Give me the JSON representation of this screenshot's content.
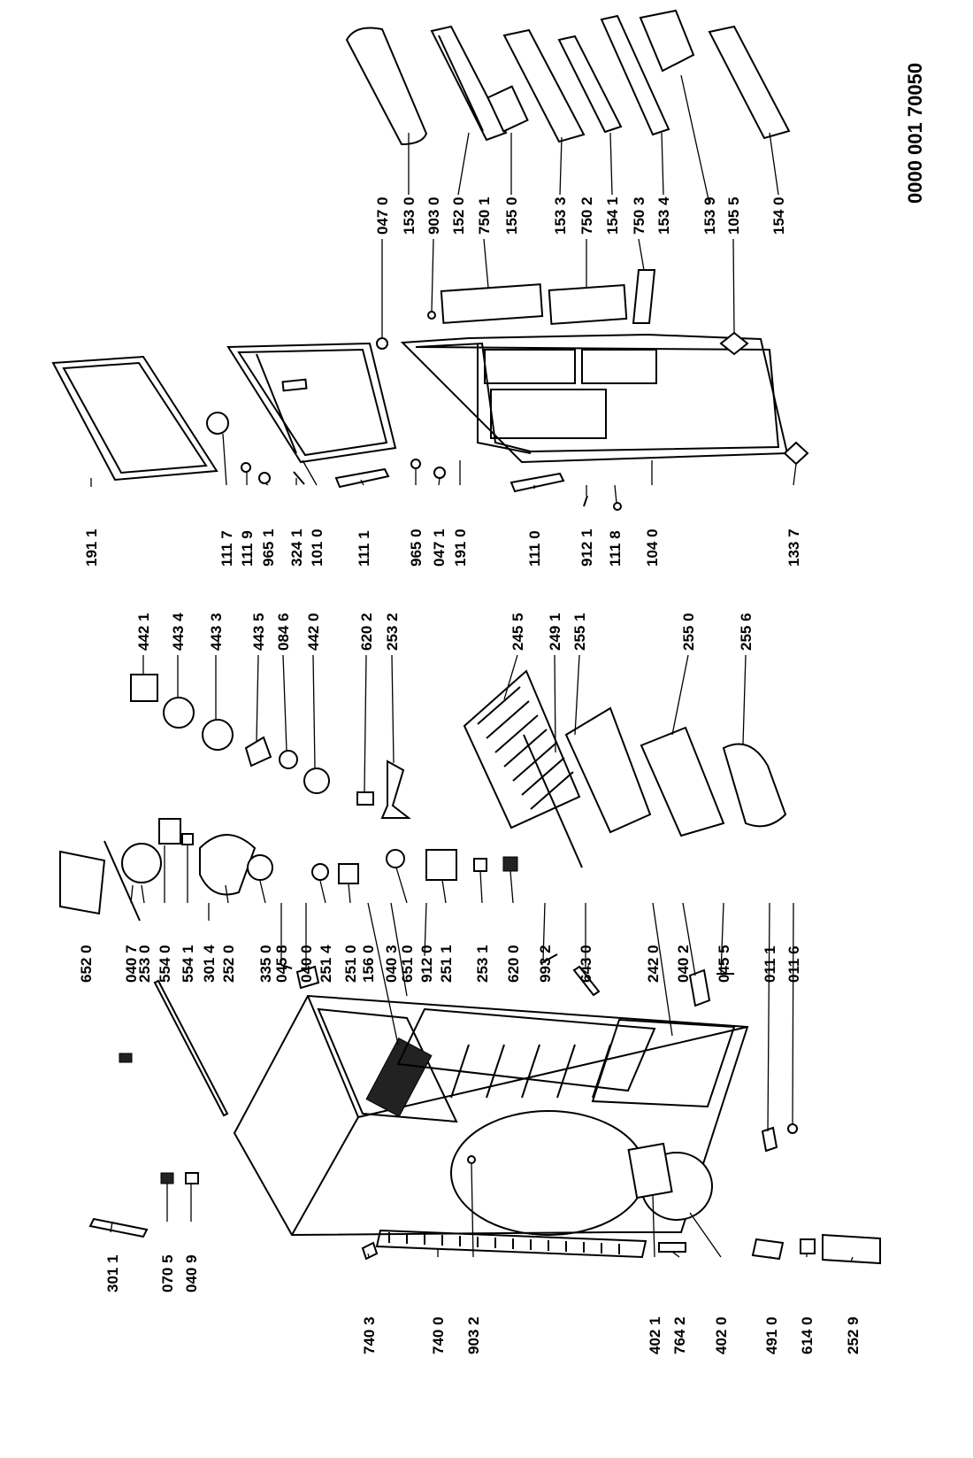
{
  "drawing_code": "0000 001 70050",
  "parts": [
    {
      "id": "p1911",
      "label": "191 1"
    },
    {
      "id": "p1117",
      "label": "111 7"
    },
    {
      "id": "p1119",
      "label": "111 9"
    },
    {
      "id": "p9651",
      "label": "965 1"
    },
    {
      "id": "p3241",
      "label": "324 1"
    },
    {
      "id": "p1010",
      "label": "101 0"
    },
    {
      "id": "p1111",
      "label": "111 1"
    },
    {
      "id": "p9650",
      "label": "965 0"
    },
    {
      "id": "p0471",
      "label": "047 1"
    },
    {
      "id": "p1910",
      "label": "191 0"
    },
    {
      "id": "p1110",
      "label": "111 0"
    },
    {
      "id": "p9121",
      "label": "912 1"
    },
    {
      "id": "p1118",
      "label": "111 8"
    },
    {
      "id": "p1040",
      "label": "104 0"
    },
    {
      "id": "p1337",
      "label": "133 7"
    },
    {
      "id": "p0470",
      "label": "047 0"
    },
    {
      "id": "p1530",
      "label": "153 0"
    },
    {
      "id": "p9030",
      "label": "903 0"
    },
    {
      "id": "p1520",
      "label": "152 0"
    },
    {
      "id": "p7501",
      "label": "750 1"
    },
    {
      "id": "p1550",
      "label": "155 0"
    },
    {
      "id": "p1533",
      "label": "153 3"
    },
    {
      "id": "p7502",
      "label": "750 2"
    },
    {
      "id": "p1541",
      "label": "154 1"
    },
    {
      "id": "p7503",
      "label": "750 3"
    },
    {
      "id": "p1534",
      "label": "153 4"
    },
    {
      "id": "p1539",
      "label": "153 9"
    },
    {
      "id": "p1055",
      "label": "105 5"
    },
    {
      "id": "p1540",
      "label": "154 0"
    },
    {
      "id": "p4421",
      "label": "442 1"
    },
    {
      "id": "p4434",
      "label": "443 4"
    },
    {
      "id": "p4433",
      "label": "443 3"
    },
    {
      "id": "p4435",
      "label": "443 5"
    },
    {
      "id": "p0846",
      "label": "084 6"
    },
    {
      "id": "p4420",
      "label": "442 0"
    },
    {
      "id": "p6202",
      "label": "620 2"
    },
    {
      "id": "p2532",
      "label": "253 2"
    },
    {
      "id": "p2455",
      "label": "245 5"
    },
    {
      "id": "p2491",
      "label": "249 1"
    },
    {
      "id": "p2551",
      "label": "255 1"
    },
    {
      "id": "p2550",
      "label": "255 0"
    },
    {
      "id": "p2556",
      "label": "255 6"
    },
    {
      "id": "p6520",
      "label": "652 0"
    },
    {
      "id": "p0407",
      "label": "040 7"
    },
    {
      "id": "p2530",
      "label": "253 0"
    },
    {
      "id": "p5540",
      "label": "554 0"
    },
    {
      "id": "p5541",
      "label": "554 1"
    },
    {
      "id": "p3014",
      "label": "301 4"
    },
    {
      "id": "p2520",
      "label": "252 0"
    },
    {
      "id": "p3350",
      "label": "335 0"
    },
    {
      "id": "p0458",
      "label": "045 8"
    },
    {
      "id": "p0400",
      "label": "040 0"
    },
    {
      "id": "p2514",
      "label": "251 4"
    },
    {
      "id": "p1560",
      "label": "156 0"
    },
    {
      "id": "p2510",
      "label": "251 0"
    },
    {
      "id": "p0403",
      "label": "040 3"
    },
    {
      "id": "p6510",
      "label": "651 0"
    },
    {
      "id": "p9120",
      "label": "912 0"
    },
    {
      "id": "p2511",
      "label": "251 1"
    },
    {
      "id": "p2531",
      "label": "253 1"
    },
    {
      "id": "p6200",
      "label": "620 0"
    },
    {
      "id": "p9932",
      "label": "993 2"
    },
    {
      "id": "p6430",
      "label": "643 0"
    },
    {
      "id": "p2420",
      "label": "242 0"
    },
    {
      "id": "p0402",
      "label": "040 2"
    },
    {
      "id": "p0455",
      "label": "045 5"
    },
    {
      "id": "p0111",
      "label": "011 1"
    },
    {
      "id": "p0116",
      "label": "011 6"
    },
    {
      "id": "p3011",
      "label": "301 1"
    },
    {
      "id": "p0705",
      "label": "070 5"
    },
    {
      "id": "p0409",
      "label": "040 9"
    },
    {
      "id": "p7403",
      "label": "740 3"
    },
    {
      "id": "p7400",
      "label": "740 0"
    },
    {
      "id": "p9032",
      "label": "903 2"
    },
    {
      "id": "p4021",
      "label": "402 1"
    },
    {
      "id": "p7642",
      "label": "764 2"
    },
    {
      "id": "p4020",
      "label": "402 0"
    },
    {
      "id": "p4910",
      "label": "491 0"
    },
    {
      "id": "p6140",
      "label": "614 0"
    },
    {
      "id": "p2529",
      "label": "252 9"
    }
  ]
}
